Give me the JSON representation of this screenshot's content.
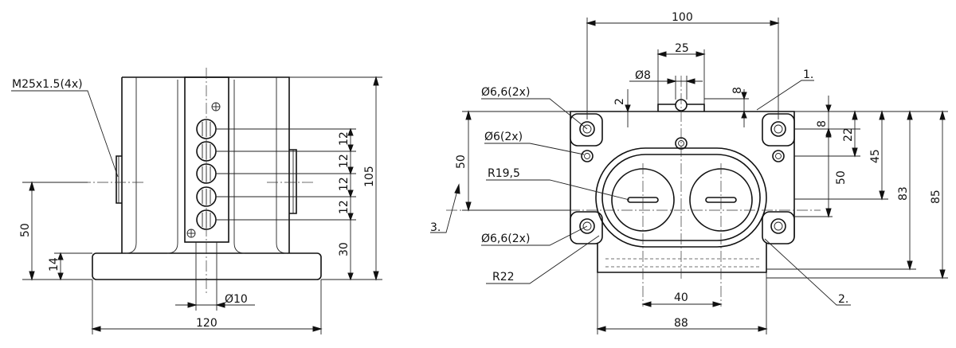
{
  "side_view": {
    "thread_label": "M25x1.5(4x)",
    "dim_width": "120",
    "dim_height_total": "105",
    "dim_axis_height": "50",
    "dim_base_height": "14",
    "dim_pitch": [
      "12",
      "12",
      "12",
      "12"
    ],
    "dim_bottom_offset": "30",
    "dim_diameter": "Ø10"
  },
  "front_view": {
    "dim_width_top": "100",
    "dim_pin_spacing": "25",
    "dim_pin_diameter": "Ø8",
    "dim_pin_offset": "2",
    "dim_pin_height": "8",
    "hole_label_top": "Ø6,6(2x)",
    "hole_label_mid": "Ø6(2x)",
    "radius_inner": "R19,5",
    "hole_label_bottom": "Ø6,6(2x)",
    "radius_outer": "R22",
    "dim_left_vertical": "50",
    "dim_right_8": "8",
    "dim_right_22": "22",
    "dim_right_50": "50",
    "dim_right_45": "45",
    "dim_right_83": "83",
    "dim_right_85": "85",
    "dim_bottom_40": "40",
    "dim_bottom_88": "88",
    "callout_1": "1.",
    "callout_2": "2.",
    "callout_3": "3."
  }
}
